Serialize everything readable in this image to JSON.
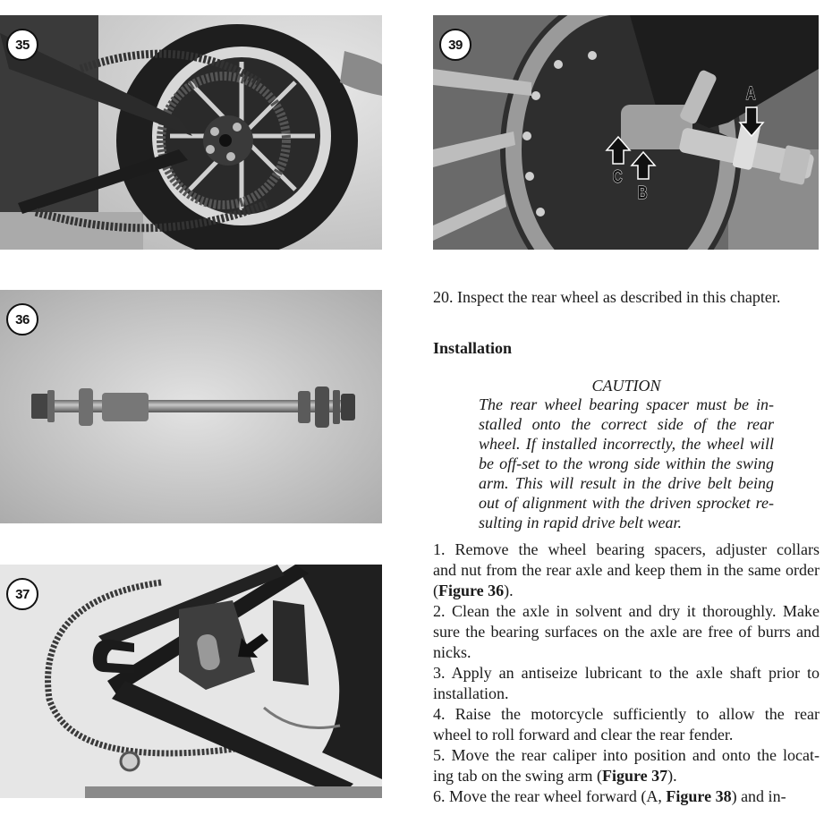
{
  "figures": [
    {
      "id": "35",
      "label": "35",
      "subject": "rear wheel with drive belt and sprocket"
    },
    {
      "id": "36",
      "label": "36",
      "subject": "rear axle with spacers, adjuster collars and nut"
    },
    {
      "id": "37",
      "label": "37",
      "subject": "rear caliper on swing arm locating tab",
      "callouts": [
        {
          "type": "arrow",
          "direction": "down-left"
        }
      ]
    },
    {
      "id": "39",
      "label": "39",
      "subject": "rear axle spacers installation",
      "callouts": [
        {
          "letter": "A",
          "direction": "down"
        },
        {
          "letter": "B",
          "direction": "up"
        },
        {
          "letter": "C",
          "direction": "up"
        }
      ]
    }
  ],
  "text": {
    "step20": "20.  Inspect the rear wheel as described in this chapter.",
    "heading": "Installation",
    "caution": {
      "title": "CAUTION",
      "lines": [
        "The rear wheel bearing spacer must be in-",
        "stalled onto the correct side of the rear",
        "wheel. If installed incorrectly, the wheel will",
        "be off-set to the wrong side within the swing",
        "arm. This will result in the drive belt being",
        "out of alignment with the driven sprocket re-",
        "sulting in rapid drive belt wear."
      ]
    },
    "steps": [
      {
        "line": "1.  Remove the wheel bearing spacers, adjuster collars",
        "justify": true
      },
      {
        "line": "and nut from the rear axle and keep them in the same order",
        "justify": true
      },
      {
        "pre": "(",
        "bold": "Figure 36",
        "post": ")."
      },
      {
        "line": "2.  Clean the axle in solvent and dry it thoroughly. Make",
        "justify": true
      },
      {
        "line": "sure the bearing surfaces on the axle are free of burrs and",
        "justify": true
      },
      {
        "line": "nicks."
      },
      {
        "line": "3.  Apply an antiseize lubricant to the axle shaft prior to",
        "justify": true
      },
      {
        "line": "installation."
      },
      {
        "line": "4.  Raise the motorcycle sufficiently to allow the rear",
        "justify": true
      },
      {
        "line": "wheel to roll forward and clear the rear fender."
      },
      {
        "line": "5.  Move the rear caliper into position and onto the locat-",
        "justify": true
      },
      {
        "pre": "ing tab on the swing arm (",
        "bold": "Figure 37",
        "post": ")."
      },
      {
        "pre": "6.  Move the rear wheel forward (A, ",
        "bold": "Figure 38",
        "post": ") and in-",
        "justify": true
      }
    ]
  }
}
